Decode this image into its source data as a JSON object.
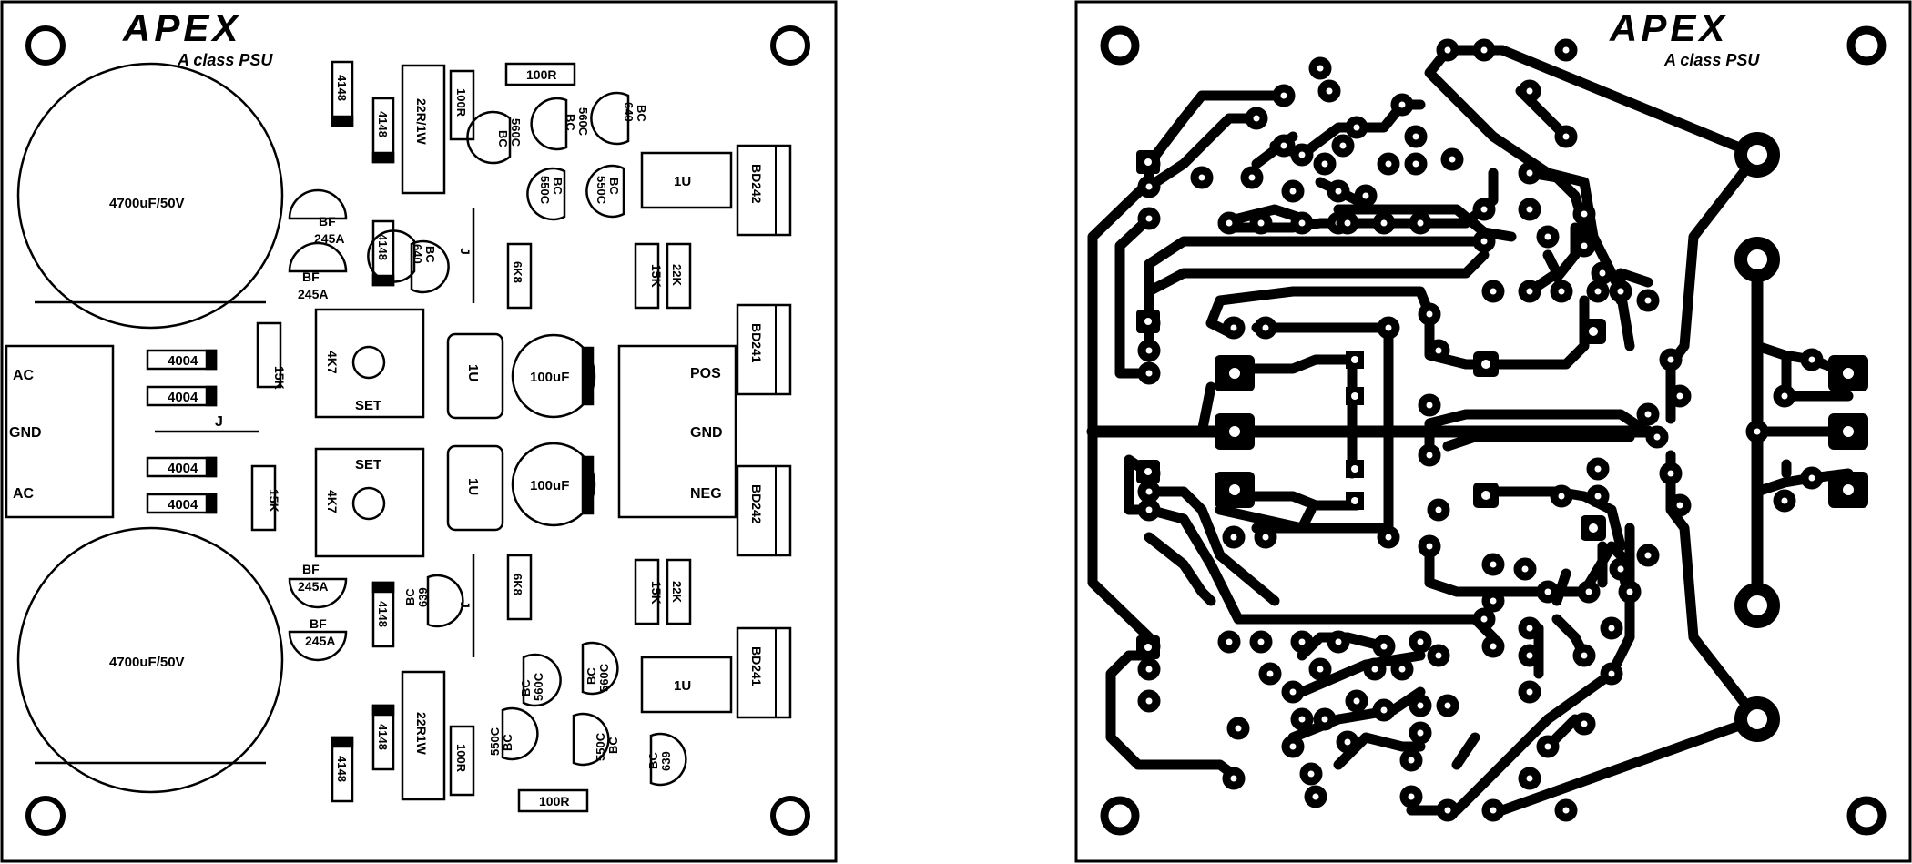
{
  "silkscreen": {
    "brand": "APEX",
    "subtitle": "A class PSU",
    "cap_top": "4700uF/50V",
    "cap_bottom": "4700uF/50V",
    "conn": {
      "ac_top": "AC",
      "gnd": "GND",
      "ac_bottom": "AC"
    },
    "out": {
      "pos": "POS",
      "gnd": "GND",
      "neg": "NEG"
    },
    "diode": "4004",
    "r15k": "15K",
    "jumper": "J",
    "pot": "4K7",
    "set": "SET",
    "c1u": "1U",
    "c100": "100uF",
    "d4148": "4148",
    "r22_top": "22R/1W",
    "r22_bottom": "22R1W",
    "r100": "100R",
    "r6k8": "6K8",
    "r22k": "22K",
    "bf245_1": "BF",
    "bf245_2": "245A",
    "bc_pre": "BC",
    "t640": "640",
    "t639": "639",
    "t560": "560C",
    "t550": "550C",
    "bd242": "BD242",
    "bd241": "BD241"
  },
  "copper": {
    "brand": "APEX",
    "subtitle": "A class PSU"
  }
}
